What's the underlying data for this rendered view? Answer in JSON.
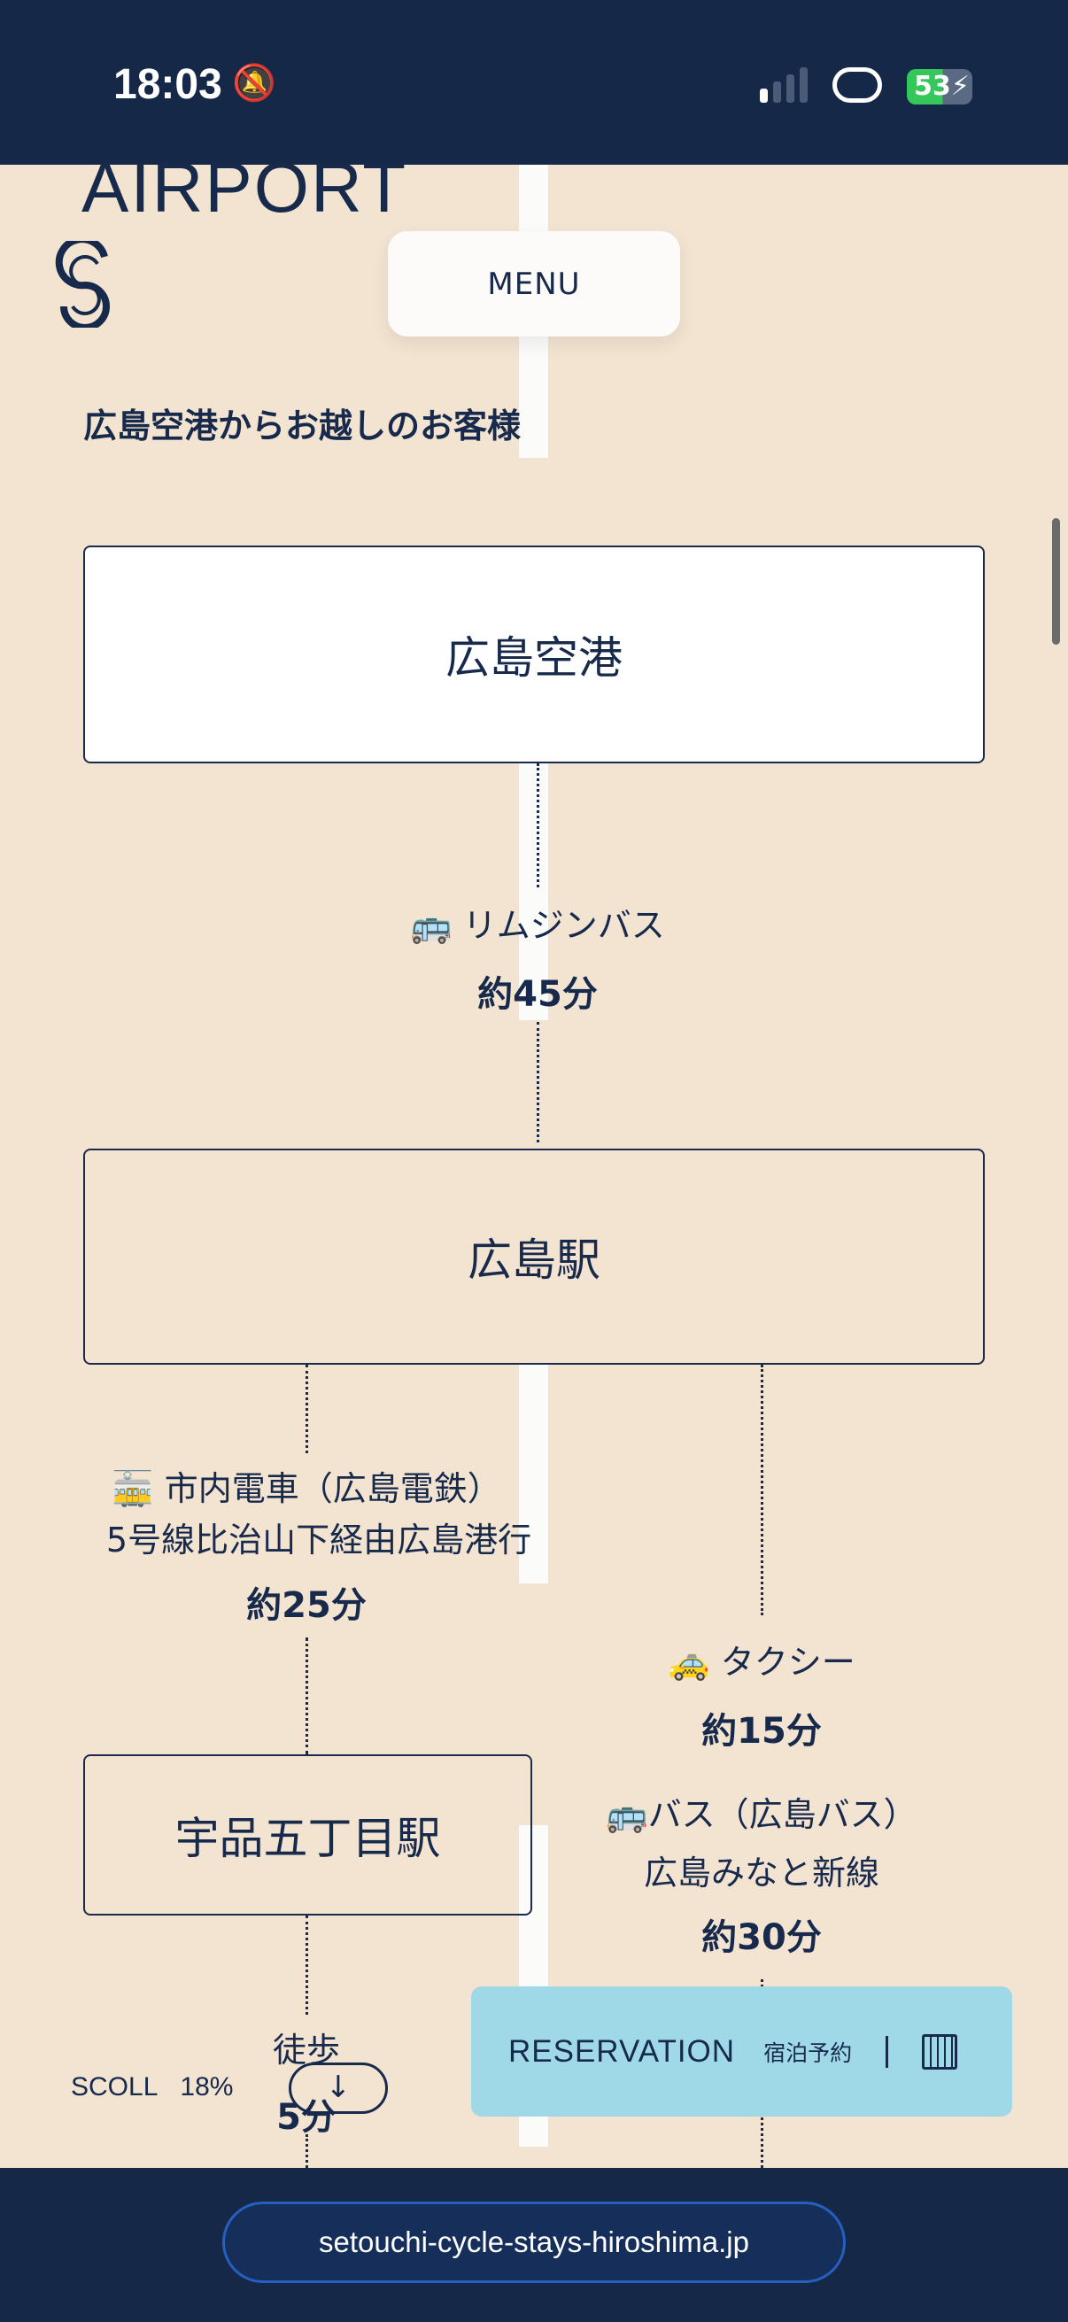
{
  "status_bar": {
    "time": "18:03",
    "battery": "53"
  },
  "header": {
    "section_title": "AIRPORT",
    "menu_label": "MENU"
  },
  "heading": "広島空港からお越しのお客様",
  "route": {
    "airport": "広島空港",
    "limousine": {
      "label": "リムジンバス",
      "time": "約45分"
    },
    "station": "広島駅",
    "tram": {
      "label": "市内電車（広島電鉄）",
      "line": "5号線比治山下経由広島港行",
      "time": "約25分"
    },
    "taxi": {
      "label": "タクシー",
      "time": "約15分"
    },
    "bus": {
      "label": "バス（広島バス）",
      "line": "広島みなと新線",
      "time": "約30分"
    },
    "tram_stop": "宇品五丁目駅",
    "walk": {
      "label": "徒歩",
      "time": "5分"
    }
  },
  "scroll": {
    "label": "SCOLL",
    "percent": "18%"
  },
  "reservation": {
    "label": "RESERVATION",
    "sub": "宿泊予約"
  },
  "browser": {
    "url": "setouchi-cycle-stays-hiroshima.jp"
  }
}
